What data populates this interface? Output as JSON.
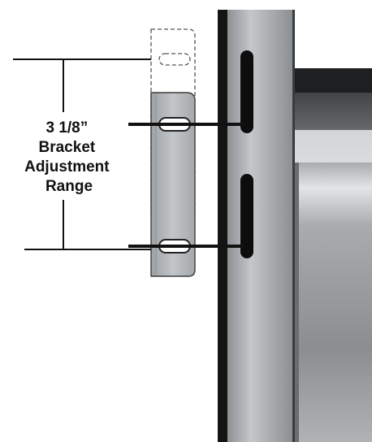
{
  "annotation": {
    "lines": [
      "3 1/8”",
      "Bracket",
      "Adjustment",
      "Range"
    ]
  },
  "colors": {
    "ink": "#111111",
    "bracket_fill": "#b9bcbf",
    "slot_fill": "#ffffff",
    "dashed_outline": "#555555"
  }
}
